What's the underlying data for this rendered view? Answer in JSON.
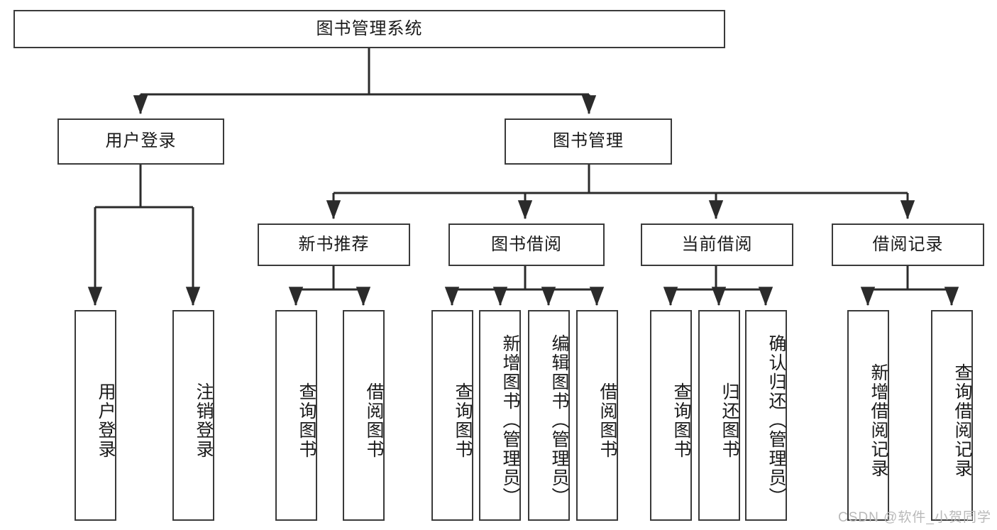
{
  "diagram": {
    "title": "图书管理系统",
    "type": "hierarchy-tree",
    "watermark": "CSDN @软件_小贺同学",
    "colors": {
      "box_border": "#3a3a3a",
      "box_fill": "#ffffff",
      "edge": "#2b2b2b",
      "text": "#1a1a1a",
      "watermark": "#b9b9b9"
    },
    "nodes": {
      "root": {
        "label": "图书管理系统"
      },
      "level2": [
        {
          "id": "user-login",
          "label": "用户登录"
        },
        {
          "id": "book-management",
          "label": "图书管理"
        }
      ],
      "level3": [
        {
          "id": "new-book-recommend",
          "label": "新书推荐"
        },
        {
          "id": "book-borrow",
          "label": "图书借阅"
        },
        {
          "id": "current-borrow",
          "label": "当前借阅"
        },
        {
          "id": "borrow-record",
          "label": "借阅记录"
        }
      ],
      "leaves": {
        "user_login": [
          {
            "id": "leaf-user-login",
            "label": "用户登录"
          },
          {
            "id": "leaf-logout-login",
            "label": "注销登录"
          }
        ],
        "new_book_recommend": [
          {
            "id": "leaf-query-book-1",
            "label": "查询图书"
          },
          {
            "id": "leaf-borrow-book-1",
            "label": "借阅图书"
          }
        ],
        "book_borrow": [
          {
            "id": "leaf-query-book-2",
            "label": "查询图书"
          },
          {
            "id": "leaf-add-book",
            "label": "新增图书（管理员）"
          },
          {
            "id": "leaf-edit-book",
            "label": "编辑图书（管理员）"
          },
          {
            "id": "leaf-borrow-book-2",
            "label": "借阅图书"
          }
        ],
        "current_borrow": [
          {
            "id": "leaf-query-book-3",
            "label": "查询图书"
          },
          {
            "id": "leaf-return-book",
            "label": "归还图书"
          },
          {
            "id": "leaf-confirm-return",
            "label": "确认归还（管理员）"
          }
        ],
        "borrow_record": [
          {
            "id": "leaf-add-record",
            "label": "新增借阅记录"
          },
          {
            "id": "leaf-query-record",
            "label": "查询借阅记录"
          }
        ]
      }
    }
  }
}
